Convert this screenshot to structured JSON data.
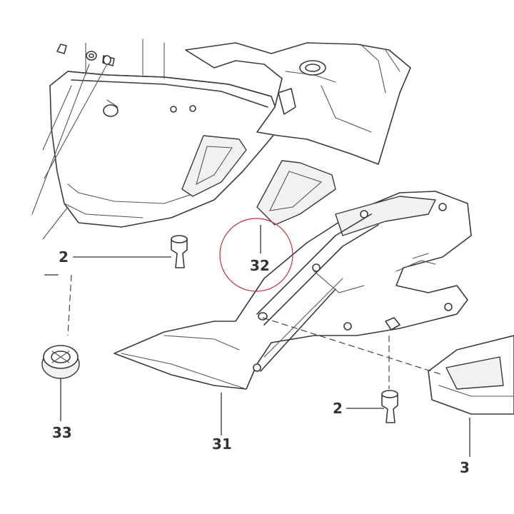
{
  "diagram": {
    "callouts": {
      "c2_left": "2",
      "c32": "32",
      "c33": "33",
      "c31": "31",
      "c2_right": "2",
      "c3_partial": "3"
    },
    "highlight_color": "#c4323a"
  }
}
